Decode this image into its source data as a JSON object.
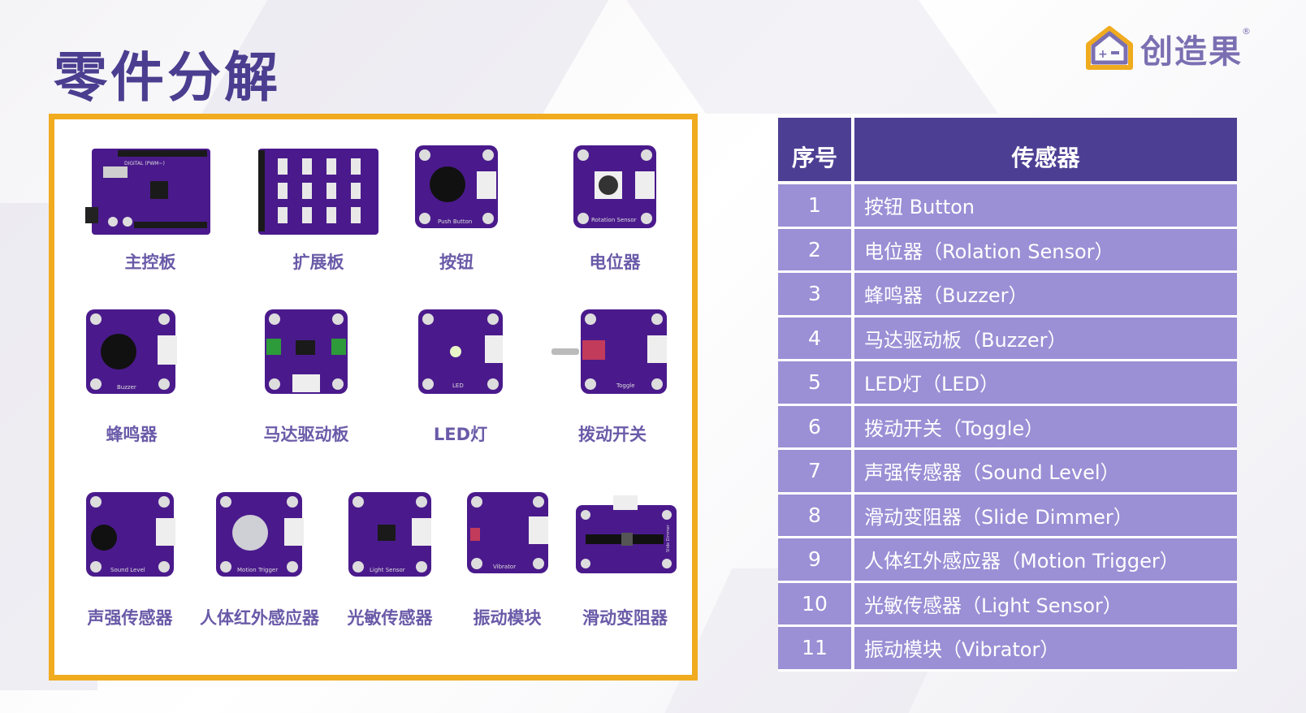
{
  "page": {
    "title": "零件分解",
    "logo_text": "创造果",
    "logo_reg": "®"
  },
  "parts": [
    {
      "label": "主控板",
      "icon": "main-board-icon",
      "board_text": "DIGITAL (PWM~)"
    },
    {
      "label": "扩展板",
      "icon": "expansion-board-icon",
      "board_text": ""
    },
    {
      "label": "按钮",
      "icon": "push-button-module-icon",
      "board_text": "Push Button"
    },
    {
      "label": "电位器",
      "icon": "rotation-sensor-module-icon",
      "board_text": "Rotation Sensor"
    },
    {
      "label": "蜂鸣器",
      "icon": "buzzer-module-icon",
      "board_text": "Buzzer"
    },
    {
      "label": "马达驱动板",
      "icon": "motor-driver-module-icon",
      "board_text": ""
    },
    {
      "label": "LED灯",
      "icon": "led-module-icon",
      "board_text": "LED"
    },
    {
      "label": "拨动开关",
      "icon": "toggle-module-icon",
      "board_text": "Toggle"
    },
    {
      "label": "声强传感器",
      "icon": "sound-level-module-icon",
      "board_text": "Sound Level"
    },
    {
      "label": "人体红外感应器",
      "icon": "motion-trigger-module-icon",
      "board_text": "Motion Trigger"
    },
    {
      "label": "光敏传感器",
      "icon": "light-sensor-module-icon",
      "board_text": "Light Sensor"
    },
    {
      "label": "振动模块",
      "icon": "vibrator-module-icon",
      "board_text": "Vibrator"
    },
    {
      "label": "滑动变阻器",
      "icon": "slide-dimmer-module-icon",
      "board_text": "Slide Dimmer"
    }
  ],
  "table": {
    "headers": [
      "序号",
      "传感器"
    ],
    "rows": [
      {
        "num": "1",
        "name": "按钮 Button"
      },
      {
        "num": "2",
        "name": "电位器（Rolation Sensor）"
      },
      {
        "num": "3",
        "name": "蜂鸣器（Buzzer）"
      },
      {
        "num": "4",
        "name": "马达驱动板（Buzzer）"
      },
      {
        "num": "5",
        "name": "LED灯（LED）"
      },
      {
        "num": "6",
        "name": "拨动开关（Toggle）"
      },
      {
        "num": "7",
        "name": "声强传感器（Sound Level）"
      },
      {
        "num": "8",
        "name": "滑动变阻器（Slide Dimmer）"
      },
      {
        "num": "9",
        "name": "人体红外感应器（Motion Trigger）"
      },
      {
        "num": "10",
        "name": "光敏传感器（Light Sensor）"
      },
      {
        "num": "11",
        "name": "振动模块（Vibrator）"
      }
    ]
  },
  "colors": {
    "title": "#4b3d8f",
    "frame": "#f0ab1e",
    "board": "#4a1a8c",
    "table_header": "#4c3f93",
    "table_row": "#9b8fd5",
    "part_label": "#6a5aa8"
  }
}
